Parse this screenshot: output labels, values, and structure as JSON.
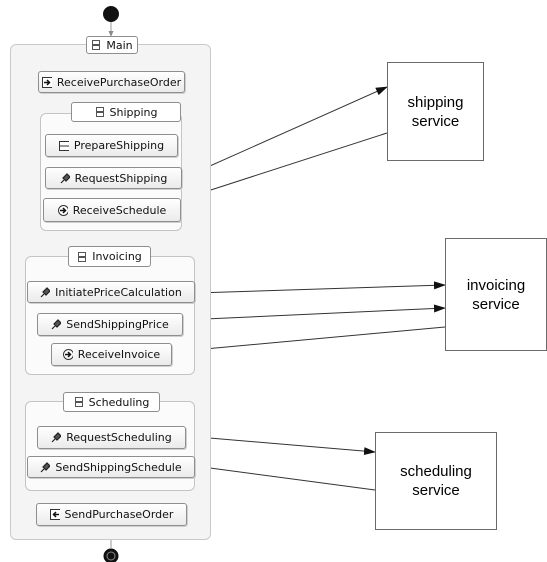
{
  "process": {
    "main_label": "Main",
    "receive_purchase_order": "ReceivePurchaseOrder",
    "send_purchase_order": "SendPurchaseOrder"
  },
  "shipping": {
    "label": "Shipping",
    "prepare": "PrepareShipping",
    "request": "RequestShipping",
    "receive": "ReceiveSchedule"
  },
  "invoicing": {
    "label": "Invoicing",
    "initiate": "InitiatePriceCalculation",
    "send_price": "SendShippingPrice",
    "receive": "ReceiveInvoice"
  },
  "scheduling": {
    "label": "Scheduling",
    "request": "RequestScheduling",
    "send": "SendShippingSchedule"
  },
  "services": {
    "shipping": "shipping\nservice",
    "invoicing": "invoicing\nservice",
    "scheduling": "scheduling\nservice"
  },
  "icons": {
    "sequence": "sequence-icon",
    "receive": "receive-icon",
    "invoke": "invoke-icon",
    "assign": "assign-icon",
    "reply": "reply-icon"
  },
  "colors": {
    "line": "#333333",
    "connector": "#9a9a9a",
    "node_border": "#8e8e8e",
    "container_border": "#c4c4c4"
  }
}
